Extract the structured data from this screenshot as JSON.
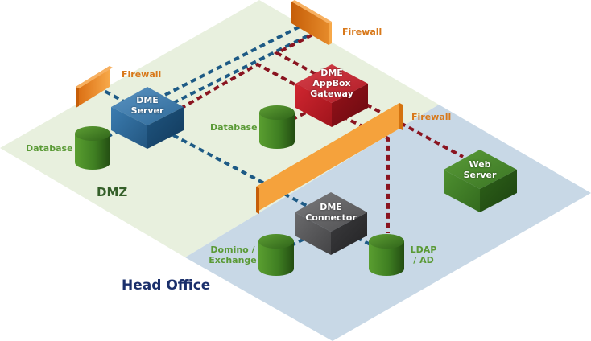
{
  "diagram": {
    "zones": [
      {
        "id": "dmz",
        "label": "DMZ",
        "color": "#e8f0de",
        "label_color": "#35602a"
      },
      {
        "id": "head-office",
        "label": "Head Office",
        "color": "#c8d8e6",
        "label_color": "#1a2f6b"
      }
    ],
    "nodes": [
      {
        "id": "dme-server",
        "type": "server",
        "label_lines": [
          "DME",
          "Server"
        ],
        "color": "#2e6a99",
        "zone": "dmz"
      },
      {
        "id": "appbox-gateway",
        "type": "server",
        "label_lines": [
          "DME",
          "AppBox",
          "Gateway"
        ],
        "color": "#b41c24",
        "zone": "dmz"
      },
      {
        "id": "dme-connector",
        "type": "server",
        "label_lines": [
          "DME",
          "Connector"
        ],
        "color": "#4a4a4c",
        "zone": "head-office"
      },
      {
        "id": "web-server",
        "type": "server",
        "label_lines": [
          "Web",
          "Server"
        ],
        "color": "#3d7a2a",
        "zone": "head-office"
      },
      {
        "id": "db-dmz-left",
        "type": "database",
        "label_lines": [
          "Database"
        ],
        "zone": "dmz"
      },
      {
        "id": "db-dmz-right",
        "type": "database",
        "label_lines": [
          "Database"
        ],
        "zone": "dmz"
      },
      {
        "id": "db-domino",
        "type": "database",
        "label_lines": [
          "Domino /",
          "Exchange"
        ],
        "zone": "head-office"
      },
      {
        "id": "db-ldap",
        "type": "database",
        "label_lines": [
          "LDAP",
          "/ AD"
        ],
        "zone": "head-office"
      },
      {
        "id": "fw-left",
        "type": "firewall",
        "label_lines": [
          "Firewall"
        ]
      },
      {
        "id": "fw-top",
        "type": "firewall",
        "label_lines": [
          "Firewall"
        ]
      },
      {
        "id": "fw-internal",
        "type": "firewall",
        "label_lines": [
          "Firewall"
        ]
      }
    ],
    "connections": [
      {
        "from": "dme-server",
        "to": "fw-left",
        "color": "blue"
      },
      {
        "from": "dme-server",
        "to": "fw-top",
        "color": "blue"
      },
      {
        "from": "dme-server",
        "to": "fw-top",
        "color": "blue"
      },
      {
        "from": "dme-server",
        "to": "appbox-gateway",
        "color": "red"
      },
      {
        "from": "fw-top",
        "to": "appbox-gateway",
        "color": "red"
      },
      {
        "from": "dme-server",
        "to": "db-dmz-left",
        "color": "blue"
      },
      {
        "from": "dme-server",
        "to": "dme-connector",
        "color": "blue"
      },
      {
        "from": "appbox-gateway",
        "to": "db-dmz-right",
        "color": "red"
      },
      {
        "from": "appbox-gateway",
        "to": "web-server",
        "color": "red"
      },
      {
        "from": "appbox-gateway",
        "to": "db-ldap",
        "color": "red"
      },
      {
        "from": "dme-connector",
        "to": "db-domino",
        "color": "blue"
      },
      {
        "from": "dme-connector",
        "to": "db-ldap",
        "color": "blue"
      }
    ],
    "line_colors": {
      "blue": "#1d5a85",
      "red": "#8a1420"
    },
    "firewall_color": "#f5a23c",
    "database_color": "#4a8a2a"
  }
}
